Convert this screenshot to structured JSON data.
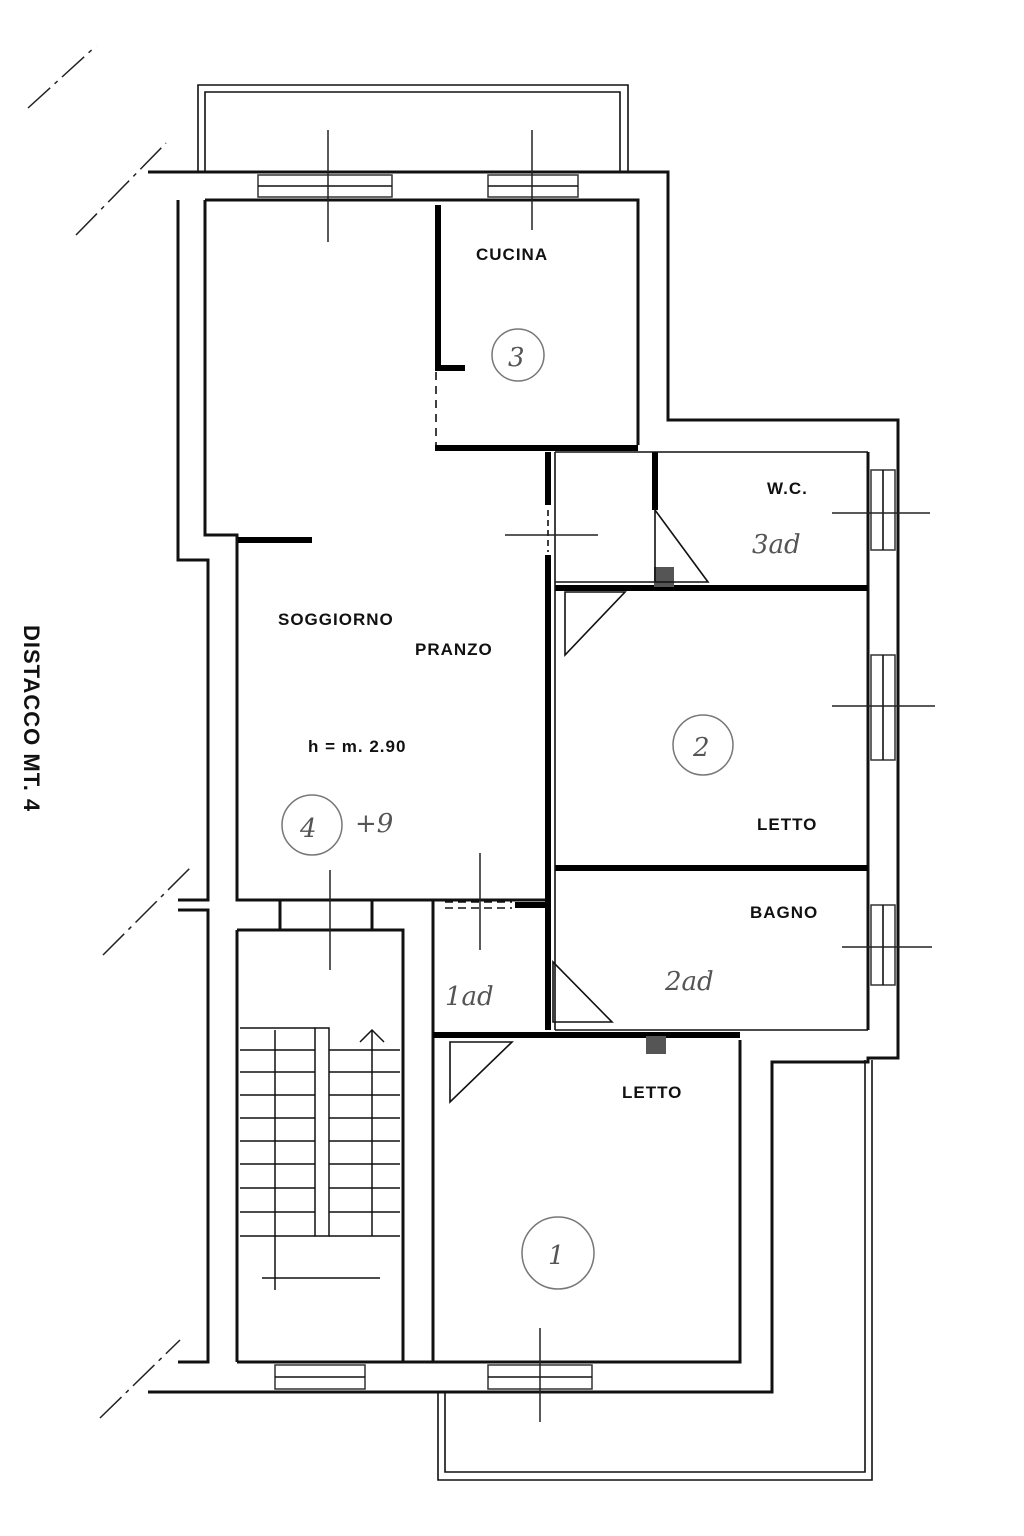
{
  "rooms": {
    "kitchen": {
      "label": "CUCINA",
      "number": "3"
    },
    "wc": {
      "label": "W.C.",
      "note": "3ad"
    },
    "living": {
      "label_line1": "SOGGIORNO",
      "label_line2": "PRANZO",
      "height": "h = m. 2.90",
      "number": "4",
      "extra": "+9"
    },
    "bedroom2": {
      "label": "LETTO",
      "number": "2"
    },
    "bathroom": {
      "label": "BAGNO",
      "note": "2ad"
    },
    "closet": {
      "note": "1ad"
    },
    "bedroom1": {
      "label": "LETTO",
      "number": "1"
    }
  },
  "setback": "DISTACCO MT. 4"
}
